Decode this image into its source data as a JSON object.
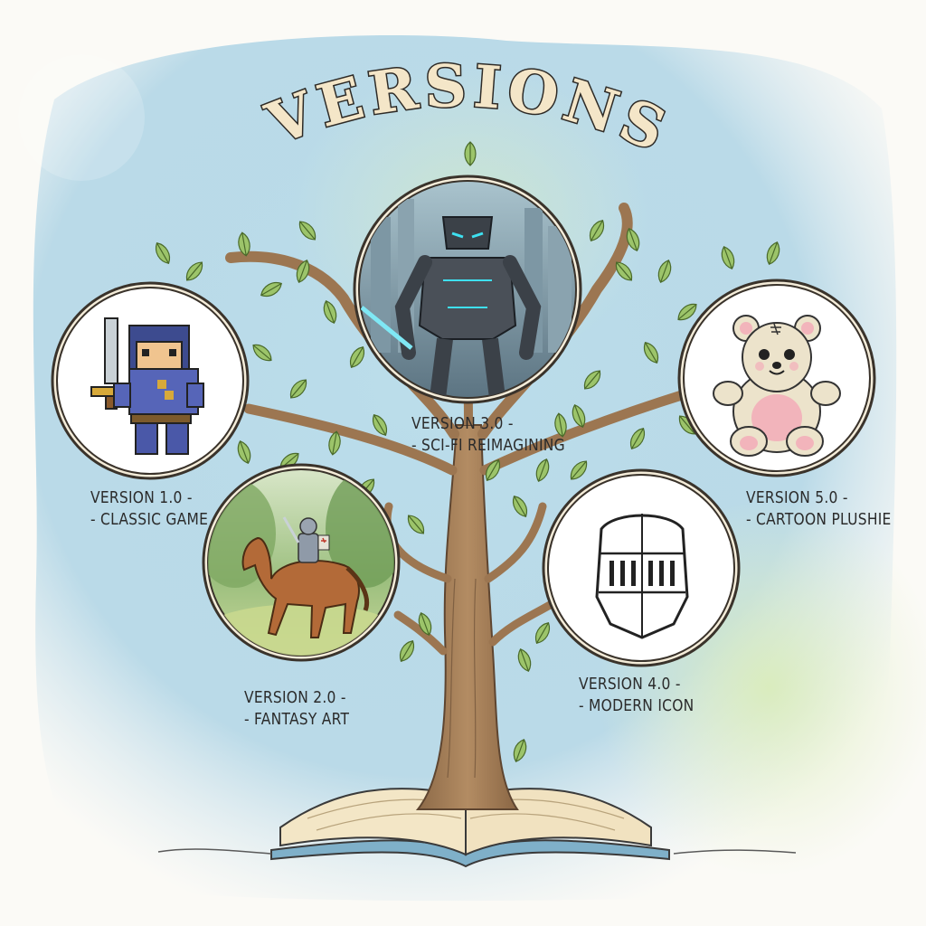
{
  "title": "VERSIONS",
  "versions": [
    {
      "version": "VERSION 1.0 -",
      "style": "- CLASSIC GAME",
      "icon": "pixel-knight-icon"
    },
    {
      "version": "VERSION 2.0 -",
      "style": "- FANTASY ART",
      "icon": "horse-rider-icon"
    },
    {
      "version": "VERSION 3.0 -",
      "style": "- SCI-FI REIMAGINING",
      "icon": "robot-knight-icon"
    },
    {
      "version": "VERSION 4.0 -",
      "style": "- MODERN ICON",
      "icon": "knight-helmet-icon"
    },
    {
      "version": "VERSION 5.0 -",
      "style": "- CARTOON PLUSHIE",
      "icon": "teddy-bear-icon"
    }
  ],
  "colors": {
    "wash_blue": "#a9d3e6",
    "wash_green": "#cfe6b0",
    "trunk": "#a8825c",
    "leaf": "#9cc46a",
    "circle_border": "#3a332b",
    "circle_fill": "#f4ecd9",
    "title_fill": "#f4e6c8",
    "title_stroke": "#2d2a26"
  }
}
